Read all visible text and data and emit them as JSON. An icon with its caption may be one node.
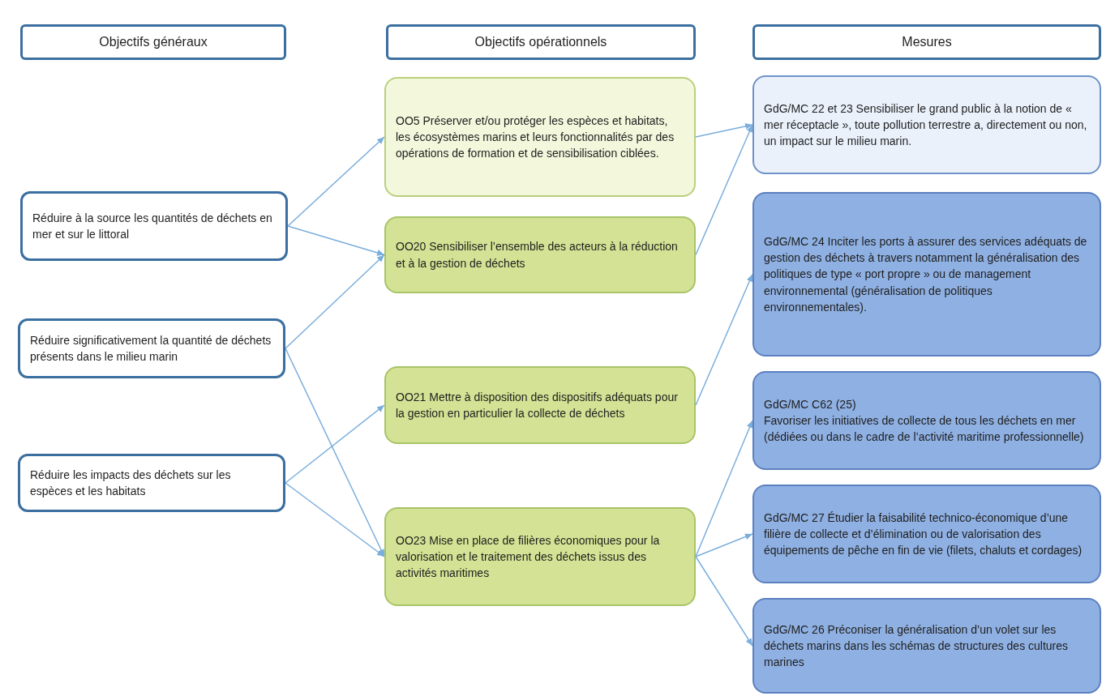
{
  "diagram": {
    "nodes": [
      {
        "text": [
          "Objectifs généraux"
        ]
      },
      {
        "text": [
          "Objectifs opérationnels"
        ]
      },
      {
        "text": [
          "Mesures"
        ]
      },
      {
        "text": [
          "Réduire à la source les quantités de déchets en mer et sur le littoral"
        ]
      },
      {
        "text": [
          "Réduire significativement la quantité de déchets présents dans le milieu marin"
        ]
      },
      {
        "text": [
          "Réduire les impacts des déchets sur les espèces et les habitats"
        ]
      },
      {
        "text": [
          "OO5 Préserver et/ou protéger les espèces et habitats, les écosystèmes marins et leurs fonctionnalités par des opérations de formation et de sensibilisation ciblées."
        ]
      },
      {
        "text": [
          "OO20 Sensibiliser l’ensemble des acteurs à la réduction et à la gestion de déchets"
        ]
      },
      {
        "text": [
          "OO21 Mettre à disposition des dispositifs adéquats pour la gestion en particulier la collecte de déchets"
        ]
      },
      {
        "text": [
          "OO23 Mise en place de filières économiques pour la valorisation et le traitement des déchets issus des activités maritimes"
        ]
      },
      {
        "text": [
          "GdG/MC 22 et 23 Sensibiliser le grand public à la notion de « mer réceptacle », toute pollution terrestre a, directement ou non, un impact sur le milieu marin."
        ]
      },
      {
        "text": [
          "GdG/MC 24 Inciter les ports à assurer des services adéquats de gestion des déchets à travers notamment la généralisation des politiques de type « port propre » ou de management environnemental (généralisation de politiques environnementales)."
        ]
      },
      {
        "text": [
          "GdG/MC C62 (25)",
          "Favoriser les initiatives de collecte de tous les déchets en mer (dédiées ou dans le cadre de l’activité maritime professionnelle)"
        ]
      },
      {
        "text": [
          "GdG/MC 27 Étudier la faisabilité technico-économique d’une filière de collecte et d’élimination ou de valorisation des équipements de pêche en fin de vie (filets, chaluts et cordages)"
        ]
      },
      {
        "text": [
          "GdG/MC 26 Préconiser la généralisation d’un volet sur les déchets marins dans les schémas de structures des cultures marines"
        ]
      }
    ],
    "edges": [
      {
        "from": 3,
        "to": 6,
        "arrow": "to"
      },
      {
        "from": 3,
        "to": 7,
        "arrow": "to"
      },
      {
        "from": 4,
        "to": 7,
        "arrow": "to"
      },
      {
        "from": 4,
        "to": 9,
        "arrow": "to"
      },
      {
        "from": 5,
        "to": 8,
        "arrow": "to"
      },
      {
        "from": 5,
        "to": 9,
        "arrow": "to"
      },
      {
        "from": 6,
        "to": 10,
        "arrow": "to"
      },
      {
        "from": 7,
        "to": 10,
        "arrow": "to"
      },
      {
        "from": 8,
        "to": 11,
        "arrow": "to"
      },
      {
        "from": 9,
        "to": 12,
        "arrow": "to"
      },
      {
        "from": 9,
        "to": 13,
        "arrow": "to"
      },
      {
        "from": 9,
        "to": 14,
        "arrow": "to"
      }
    ]
  }
}
